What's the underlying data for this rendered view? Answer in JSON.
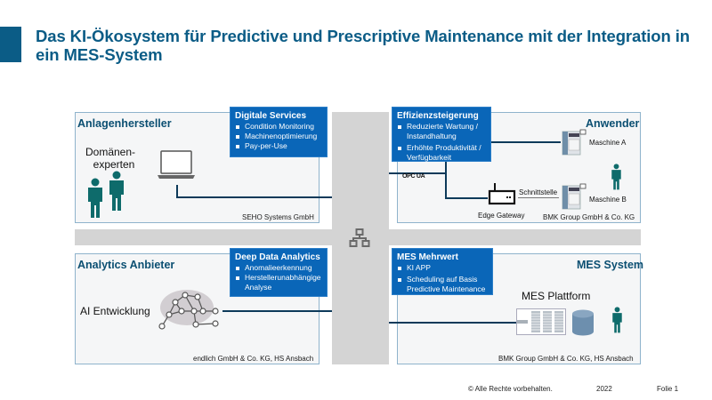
{
  "header": {
    "title": "Das KI-Ökosystem für Predictive und Prescriptive Maintenance mit der Integration in ein MES-System"
  },
  "quadrants": {
    "top_left": {
      "title": "Anlagenhersteller",
      "role_label": "Domänen-\nexperten",
      "role_line1": "Domänen-",
      "role_line2": "experten",
      "caption": "SEHO Systems GmbH",
      "callout": {
        "title": "Digitale Services",
        "items": [
          "Condition Monitoring",
          "Machinenoptimierung",
          "Pay-per-Use"
        ]
      }
    },
    "top_right": {
      "title": "Anwender",
      "caption": "BMK Group GmbH & Co. KG",
      "machine_a": "Maschine A",
      "machine_b": "Maschine B",
      "edge_gateway": "Edge Gateway",
      "interface": "Schnittstelle",
      "protocol": "OPC UA",
      "callout": {
        "title": "Effizienzsteigerung",
        "items": [
          "Reduzierte Wartung / Instandhaltung",
          "Erhöhte Produktivität / Verfügbarkeit"
        ]
      }
    },
    "bottom_left": {
      "title": "Analytics Anbieter",
      "role_label": "AI Entwicklung",
      "caption": "endlich GmbH & Co. KG, HS Ansbach",
      "callout": {
        "title": "Deep Data Analytics",
        "items": [
          "Anomalieerkennung",
          "Herstellerunabhängige Analyse"
        ]
      }
    },
    "bottom_right": {
      "title": "MES System",
      "platform_label": "MES Plattform",
      "caption": "BMK Group GmbH & Co. KG, HS Ansbach",
      "callout": {
        "title": "MES Mehrwert",
        "items": [
          "KI APP",
          "Scheduling auf Basis Predictive Maintenance"
        ]
      }
    }
  },
  "center_icon": "network-icon",
  "footer": {
    "copyright": "© Alle Rechte vorbehalten.",
    "year": "2022",
    "slide": "Folie 1"
  },
  "colors": {
    "title": "#0b5c86",
    "callout_bg": "#0a66b8",
    "road": "#d4d4d4",
    "person": "#0e6b6b",
    "line": "#0d3a5a"
  }
}
